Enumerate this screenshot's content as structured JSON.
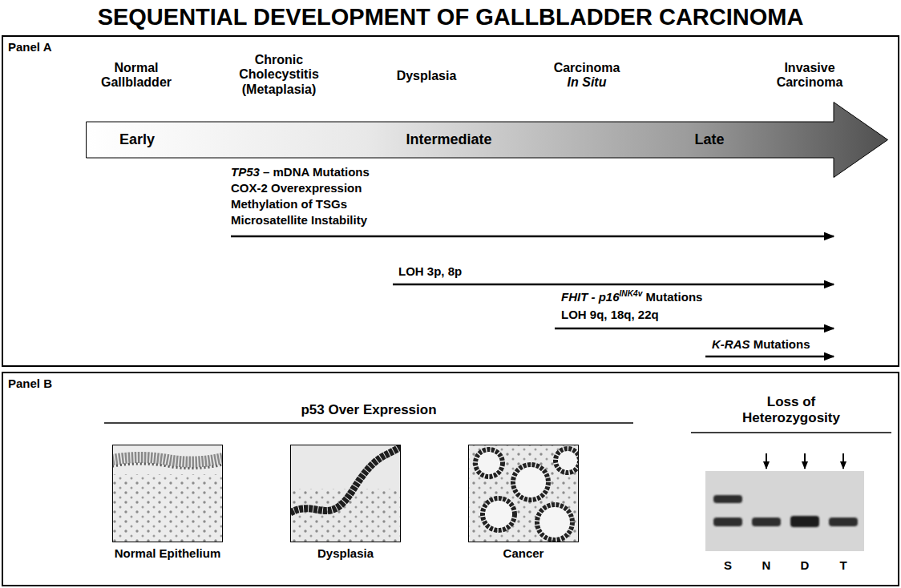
{
  "diagram": {
    "title": "SEQUENTIAL DEVELOPMENT OF GALLBLADDER CARCINOMA",
    "nodes": [
      {
        "text": [
          "Panel A"
        ]
      },
      {
        "text": [
          "Early",
          "Intermediate",
          "Late"
        ],
        "in": 0
      },
      {
        "text": [
          "Panel B"
        ]
      },
      {
        "text": [
          "Normal Epithelium"
        ],
        "in": 2
      },
      {
        "text": [
          "Dysplasia"
        ],
        "in": 2
      },
      {
        "text": [
          "Cancer"
        ],
        "in": 2
      }
    ],
    "labels": [
      "Normal Gallbladder",
      "Chronic Cholecystitis (Metaplasia)",
      "Dysplasia",
      "Carcinoma In Situ",
      "Invasive Carcinoma",
      "TP53 – mDNA Mutations",
      "COX-2 Overexpression",
      "Methylation of TSGs",
      "Microsatellite Instability",
      "LOH 3p, 8p",
      "FHIT - p16INK4v Mutations",
      "LOH 9q, 18q, 22q",
      "K-RAS Mutations",
      "p53 Over Expression",
      "Loss of Heterozygosity",
      "S",
      "N",
      "D",
      "T"
    ]
  }
}
